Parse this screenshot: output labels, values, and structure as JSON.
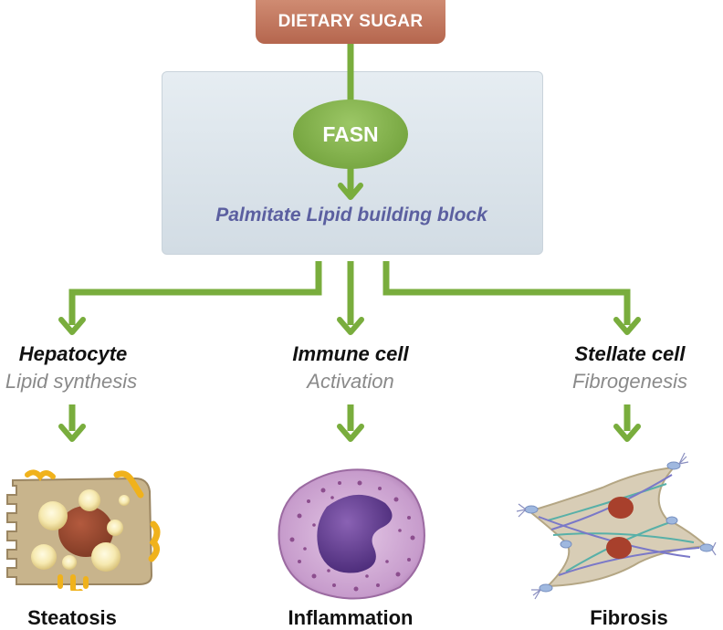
{
  "source": {
    "label": "DIETARY SUGAR"
  },
  "enzyme": {
    "label": "FASN"
  },
  "product": {
    "label": "Palmitate Lipid building block"
  },
  "branches": [
    {
      "cell": "Hepatocyte",
      "process": "Lipid synthesis",
      "outcome": "Steatosis"
    },
    {
      "cell": "Immune cell",
      "process": "Activation",
      "outcome": "Inflammation"
    },
    {
      "cell": "Stellate cell",
      "process": "Fibrogenesis",
      "outcome": "Fibrosis"
    }
  ],
  "colors": {
    "arrow": "#79ad3d",
    "source_box": "#c07a62",
    "panel": "#dde5eb",
    "enzyme": "#7fb046",
    "product_text": "#5b5fa0"
  }
}
